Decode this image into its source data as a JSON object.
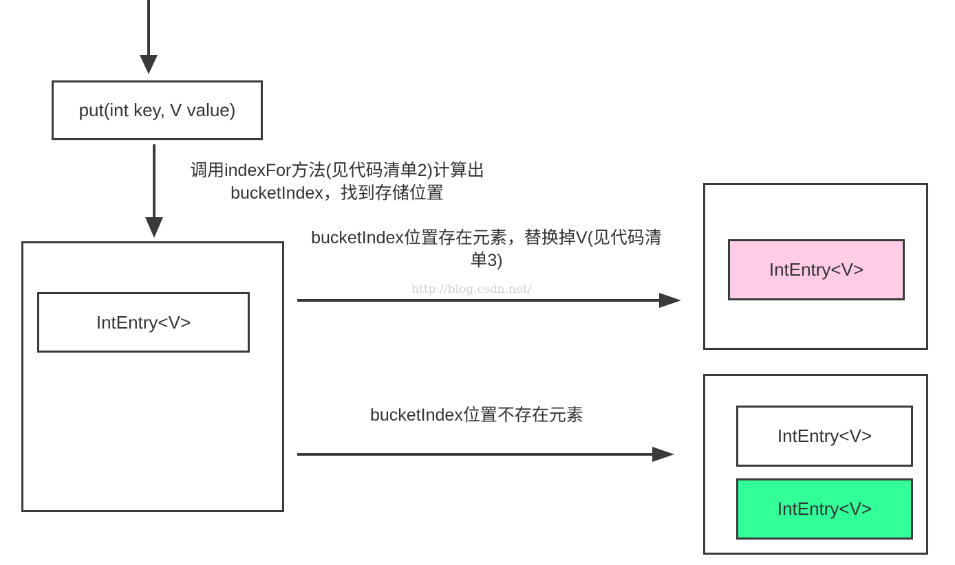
{
  "put_box": {
    "text": "put(int key, V value)"
  },
  "step_label": {
    "line1": "调用indexFor方法(见代码清单2)计算出",
    "line2": "bucketIndex，找到存储位置"
  },
  "bucket": {
    "entry": "IntEntry<V>"
  },
  "replace_branch": {
    "line1": "bucketIndex位置存在元素，替换掉V(见代码清",
    "line2": "单3)",
    "entry": "IntEntry<V>",
    "entry_color": "#ffcce6"
  },
  "insert_branch": {
    "label": "bucketIndex位置不存在元素",
    "existing_entry": "IntEntry<V>",
    "new_entry": "IntEntry<V>",
    "new_entry_color": "#33ff99"
  },
  "watermark": "http://blog.csdn.net/"
}
